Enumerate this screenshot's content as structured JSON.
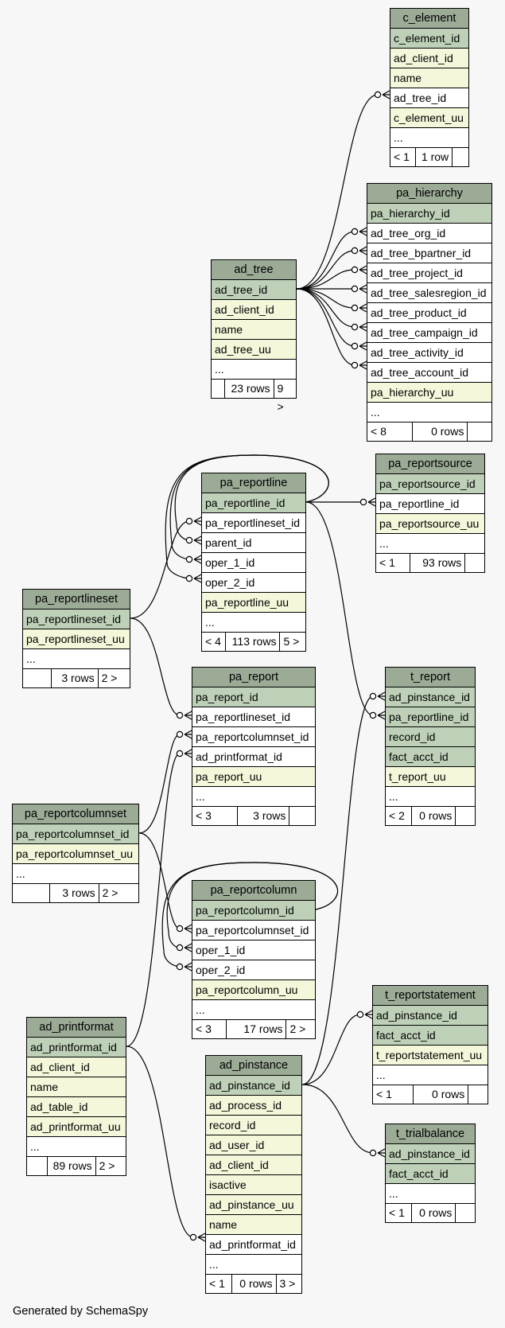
{
  "diagram": {
    "footer": "Generated by SchemaSpy",
    "colors": {
      "header": "#9bab96",
      "primary_key": "#bed1b8",
      "indexed": "#f4f7da",
      "plain": "#ffffff",
      "background": "#f7f7f7"
    },
    "tables": {
      "c_element": {
        "name": "c_element",
        "columns": [
          {
            "name": "c_element_id",
            "kind": "pk"
          },
          {
            "name": "ad_client_id",
            "kind": "idx"
          },
          {
            "name": "name",
            "kind": "idx"
          },
          {
            "name": "ad_tree_id",
            "kind": "plain"
          },
          {
            "name": "c_element_uu",
            "kind": "idx"
          },
          {
            "name": "...",
            "kind": "plain"
          }
        ],
        "footer": [
          "< 1",
          "1 row",
          ""
        ]
      },
      "pa_hierarchy": {
        "name": "pa_hierarchy",
        "columns": [
          {
            "name": "pa_hierarchy_id",
            "kind": "pk"
          },
          {
            "name": "ad_tree_org_id",
            "kind": "plain"
          },
          {
            "name": "ad_tree_bpartner_id",
            "kind": "plain"
          },
          {
            "name": "ad_tree_project_id",
            "kind": "plain"
          },
          {
            "name": "ad_tree_salesregion_id",
            "kind": "plain"
          },
          {
            "name": "ad_tree_product_id",
            "kind": "plain"
          },
          {
            "name": "ad_tree_campaign_id",
            "kind": "plain"
          },
          {
            "name": "ad_tree_activity_id",
            "kind": "plain"
          },
          {
            "name": "ad_tree_account_id",
            "kind": "plain"
          },
          {
            "name": "pa_hierarchy_uu",
            "kind": "idx"
          },
          {
            "name": "...",
            "kind": "plain"
          }
        ],
        "footer": [
          "< 8",
          "0 rows",
          ""
        ]
      },
      "ad_tree": {
        "name": "ad_tree",
        "columns": [
          {
            "name": "ad_tree_id",
            "kind": "pk"
          },
          {
            "name": "ad_client_id",
            "kind": "idx"
          },
          {
            "name": "name",
            "kind": "idx"
          },
          {
            "name": "ad_tree_uu",
            "kind": "idx"
          },
          {
            "name": "...",
            "kind": "plain"
          }
        ],
        "footer": [
          "",
          "23 rows",
          "9 >"
        ]
      },
      "pa_reportline": {
        "name": "pa_reportline",
        "columns": [
          {
            "name": "pa_reportline_id",
            "kind": "pk"
          },
          {
            "name": "pa_reportlineset_id",
            "kind": "plain"
          },
          {
            "name": "parent_id",
            "kind": "plain"
          },
          {
            "name": "oper_1_id",
            "kind": "plain"
          },
          {
            "name": "oper_2_id",
            "kind": "plain"
          },
          {
            "name": "pa_reportline_uu",
            "kind": "idx"
          },
          {
            "name": "...",
            "kind": "plain"
          }
        ],
        "footer": [
          "< 4",
          "113 rows",
          "5 >"
        ]
      },
      "pa_reportsource": {
        "name": "pa_reportsource",
        "columns": [
          {
            "name": "pa_reportsource_id",
            "kind": "pk"
          },
          {
            "name": "pa_reportline_id",
            "kind": "plain"
          },
          {
            "name": "pa_reportsource_uu",
            "kind": "idx"
          },
          {
            "name": "...",
            "kind": "plain"
          }
        ],
        "footer": [
          "< 1",
          "93 rows",
          ""
        ]
      },
      "pa_reportlineset": {
        "name": "pa_reportlineset",
        "columns": [
          {
            "name": "pa_reportlineset_id",
            "kind": "pk"
          },
          {
            "name": "pa_reportlineset_uu",
            "kind": "idx"
          },
          {
            "name": "...",
            "kind": "plain"
          }
        ],
        "footer": [
          "",
          "3 rows",
          "2 >"
        ]
      },
      "pa_report": {
        "name": "pa_report",
        "columns": [
          {
            "name": "pa_report_id",
            "kind": "pk"
          },
          {
            "name": "pa_reportlineset_id",
            "kind": "plain"
          },
          {
            "name": "pa_reportcolumnset_id",
            "kind": "plain"
          },
          {
            "name": "ad_printformat_id",
            "kind": "plain"
          },
          {
            "name": "pa_report_uu",
            "kind": "idx"
          },
          {
            "name": "...",
            "kind": "plain"
          }
        ],
        "footer": [
          "< 3",
          "3 rows",
          ""
        ]
      },
      "t_report": {
        "name": "t_report",
        "columns": [
          {
            "name": "ad_pinstance_id",
            "kind": "pk"
          },
          {
            "name": "pa_reportline_id",
            "kind": "pk"
          },
          {
            "name": "record_id",
            "kind": "pk"
          },
          {
            "name": "fact_acct_id",
            "kind": "pk"
          },
          {
            "name": "t_report_uu",
            "kind": "idx"
          },
          {
            "name": "...",
            "kind": "plain"
          }
        ],
        "footer": [
          "< 2",
          "0 rows",
          ""
        ]
      },
      "pa_reportcolumnset": {
        "name": "pa_reportcolumnset",
        "columns": [
          {
            "name": "pa_reportcolumnset_id",
            "kind": "pk"
          },
          {
            "name": "pa_reportcolumnset_uu",
            "kind": "idx"
          },
          {
            "name": "...",
            "kind": "plain"
          }
        ],
        "footer": [
          "",
          "3 rows",
          "2 >"
        ]
      },
      "pa_reportcolumn": {
        "name": "pa_reportcolumn",
        "columns": [
          {
            "name": "pa_reportcolumn_id",
            "kind": "pk"
          },
          {
            "name": "pa_reportcolumnset_id",
            "kind": "plain"
          },
          {
            "name": "oper_1_id",
            "kind": "plain"
          },
          {
            "name": "oper_2_id",
            "kind": "plain"
          },
          {
            "name": "pa_reportcolumn_uu",
            "kind": "idx"
          },
          {
            "name": "...",
            "kind": "plain"
          }
        ],
        "footer": [
          "< 3",
          "17 rows",
          "2 >"
        ]
      },
      "t_reportstatement": {
        "name": "t_reportstatement",
        "columns": [
          {
            "name": "ad_pinstance_id",
            "kind": "pk"
          },
          {
            "name": "fact_acct_id",
            "kind": "pk"
          },
          {
            "name": "t_reportstatement_uu",
            "kind": "idx"
          },
          {
            "name": "...",
            "kind": "plain"
          }
        ],
        "footer": [
          "< 1",
          "0 rows",
          ""
        ]
      },
      "ad_printformat": {
        "name": "ad_printformat",
        "columns": [
          {
            "name": "ad_printformat_id",
            "kind": "pk"
          },
          {
            "name": "ad_client_id",
            "kind": "idx"
          },
          {
            "name": "name",
            "kind": "idx"
          },
          {
            "name": "ad_table_id",
            "kind": "idx"
          },
          {
            "name": "ad_printformat_uu",
            "kind": "idx"
          },
          {
            "name": "...",
            "kind": "plain"
          }
        ],
        "footer": [
          "",
          "89 rows",
          "2 >"
        ]
      },
      "ad_pinstance": {
        "name": "ad_pinstance",
        "columns": [
          {
            "name": "ad_pinstance_id",
            "kind": "pk"
          },
          {
            "name": "ad_process_id",
            "kind": "idx"
          },
          {
            "name": "record_id",
            "kind": "idx"
          },
          {
            "name": "ad_user_id",
            "kind": "idx"
          },
          {
            "name": "ad_client_id",
            "kind": "idx"
          },
          {
            "name": "isactive",
            "kind": "idx"
          },
          {
            "name": "ad_pinstance_uu",
            "kind": "idx"
          },
          {
            "name": "name",
            "kind": "idx"
          },
          {
            "name": "ad_printformat_id",
            "kind": "plain"
          },
          {
            "name": "...",
            "kind": "plain"
          }
        ],
        "footer": [
          "< 1",
          "0 rows",
          "3 >"
        ]
      },
      "t_trialbalance": {
        "name": "t_trialbalance",
        "columns": [
          {
            "name": "ad_pinstance_id",
            "kind": "pk"
          },
          {
            "name": "fact_acct_id",
            "kind": "pk"
          },
          {
            "name": "...",
            "kind": "plain"
          }
        ],
        "footer": [
          "< 1",
          "0 rows",
          ""
        ]
      }
    },
    "relationships": [
      {
        "from": "ad_tree.ad_tree_id",
        "to": "c_element.ad_tree_id"
      },
      {
        "from": "ad_tree.ad_tree_id",
        "to": "pa_hierarchy.ad_tree_org_id"
      },
      {
        "from": "ad_tree.ad_tree_id",
        "to": "pa_hierarchy.ad_tree_bpartner_id"
      },
      {
        "from": "ad_tree.ad_tree_id",
        "to": "pa_hierarchy.ad_tree_project_id"
      },
      {
        "from": "ad_tree.ad_tree_id",
        "to": "pa_hierarchy.ad_tree_salesregion_id"
      },
      {
        "from": "ad_tree.ad_tree_id",
        "to": "pa_hierarchy.ad_tree_product_id"
      },
      {
        "from": "ad_tree.ad_tree_id",
        "to": "pa_hierarchy.ad_tree_campaign_id"
      },
      {
        "from": "ad_tree.ad_tree_id",
        "to": "pa_hierarchy.ad_tree_activity_id"
      },
      {
        "from": "ad_tree.ad_tree_id",
        "to": "pa_hierarchy.ad_tree_account_id"
      },
      {
        "from": "pa_reportline.pa_reportline_id",
        "to": "pa_reportsource.pa_reportline_id"
      },
      {
        "from": "pa_reportline.pa_reportline_id",
        "to": "pa_reportline.parent_id"
      },
      {
        "from": "pa_reportline.pa_reportline_id",
        "to": "pa_reportline.oper_1_id"
      },
      {
        "from": "pa_reportline.pa_reportline_id",
        "to": "pa_reportline.oper_2_id"
      },
      {
        "from": "pa_reportline.pa_reportline_id",
        "to": "t_report.pa_reportline_id"
      },
      {
        "from": "pa_reportlineset.pa_reportlineset_id",
        "to": "pa_reportline.pa_reportlineset_id"
      },
      {
        "from": "pa_reportlineset.pa_reportlineset_id",
        "to": "pa_report.pa_reportlineset_id"
      },
      {
        "from": "pa_reportcolumnset.pa_reportcolumnset_id",
        "to": "pa_report.pa_reportcolumnset_id"
      },
      {
        "from": "pa_reportcolumnset.pa_reportcolumnset_id",
        "to": "pa_reportcolumn.pa_reportcolumnset_id"
      },
      {
        "from": "pa_reportcolumn.pa_reportcolumn_id",
        "to": "pa_reportcolumn.oper_1_id"
      },
      {
        "from": "pa_reportcolumn.pa_reportcolumn_id",
        "to": "pa_reportcolumn.oper_2_id"
      },
      {
        "from": "ad_printformat.ad_printformat_id",
        "to": "pa_report.ad_printformat_id"
      },
      {
        "from": "ad_printformat.ad_printformat_id",
        "to": "ad_pinstance.ad_printformat_id"
      },
      {
        "from": "ad_pinstance.ad_pinstance_id",
        "to": "t_report.ad_pinstance_id"
      },
      {
        "from": "ad_pinstance.ad_pinstance_id",
        "to": "t_reportstatement.ad_pinstance_id"
      },
      {
        "from": "ad_pinstance.ad_pinstance_id",
        "to": "t_trialbalance.ad_pinstance_id"
      }
    ]
  }
}
